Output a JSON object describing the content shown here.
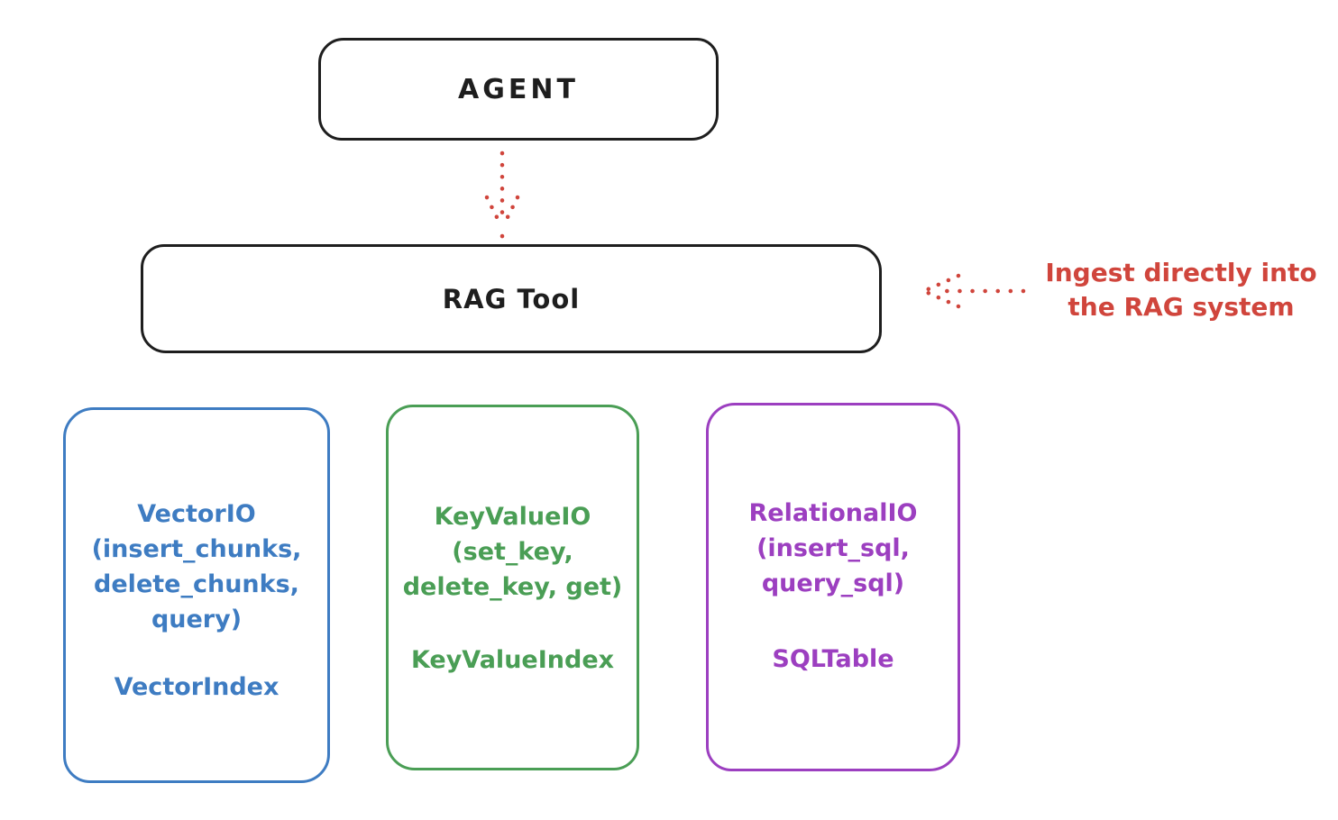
{
  "diagram": {
    "title_hint": "RAG Tool architecture sketch",
    "agent": {
      "label": "AGENT"
    },
    "rag_tool": {
      "label": "RAG Tool"
    },
    "annotation": {
      "line1": "Ingest directly into",
      "line2": "the RAG system"
    },
    "cards": [
      {
        "id": "vector-io",
        "color": "#3e7cc2",
        "lines": [
          "VectorIO",
          "(insert_chunks,",
          "delete_chunks,",
          "query)"
        ],
        "index_label": "VectorIndex"
      },
      {
        "id": "key-value-io",
        "color": "#4a9e55",
        "lines": [
          "KeyValueIO",
          "(set_key,",
          "delete_key, get)"
        ],
        "index_label": "KeyValueIndex"
      },
      {
        "id": "relational-io",
        "color": "#9c3fc0",
        "lines": [
          "RelationalIO",
          "(insert_sql,",
          "query_sql)"
        ],
        "index_label": "SQLTable"
      }
    ],
    "colors": {
      "stroke": "#1e1e1e",
      "red": "#d0453c",
      "blue": "#3e7cc2",
      "green": "#4a9e55",
      "purple": "#9c3fc0",
      "background": "#ffffff"
    }
  }
}
